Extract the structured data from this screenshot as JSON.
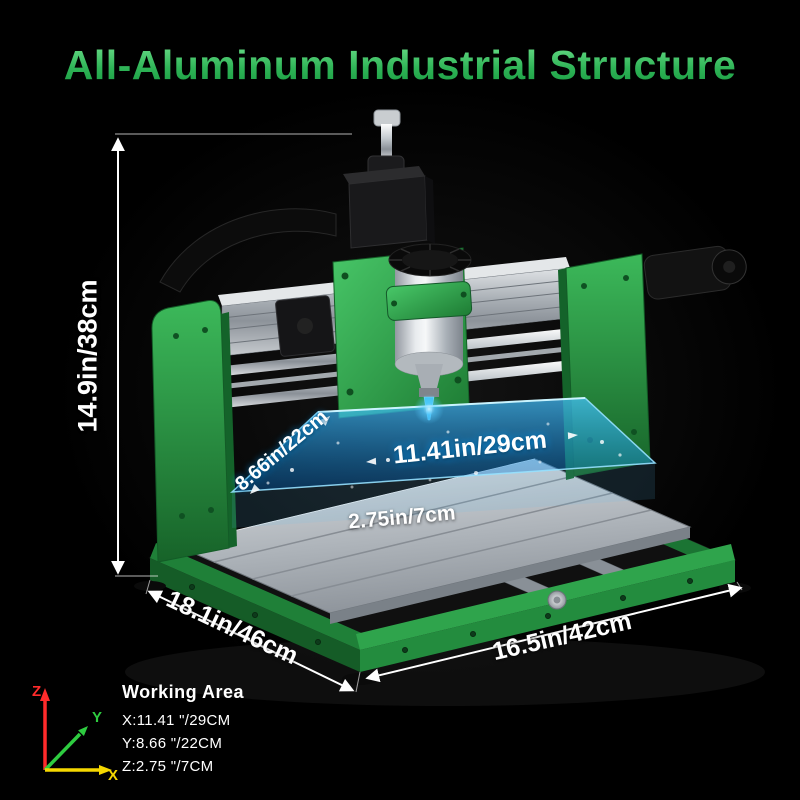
{
  "title": "All-Aluminum Industrial Structure",
  "dimensions": {
    "overall_height": "14.9in/38cm",
    "base_depth": "18.1in/46cm",
    "base_width": "16.5in/42cm"
  },
  "work_area_overlay": {
    "x_span": "11.41in/29cm",
    "y_span": "8.66in/22cm",
    "z_span": "2.75in/7cm"
  },
  "working_area_panel": {
    "heading": "Working Area",
    "lines": {
      "x": "X:11.41 \"/29CM",
      "y": "Y:8.66 \"/22CM",
      "z": "Z:2.75 \"/7CM"
    }
  },
  "axis_indicator": {
    "x": "X",
    "y": "Y",
    "z": "Z"
  },
  "colors": {
    "accent_green": "#2fa84c",
    "overlay_blue": "#2bb1f0",
    "axis_x": "#f5d800",
    "axis_y": "#2ecc40",
    "axis_z": "#ff2b2b",
    "dimension_text": "#ffffff"
  }
}
